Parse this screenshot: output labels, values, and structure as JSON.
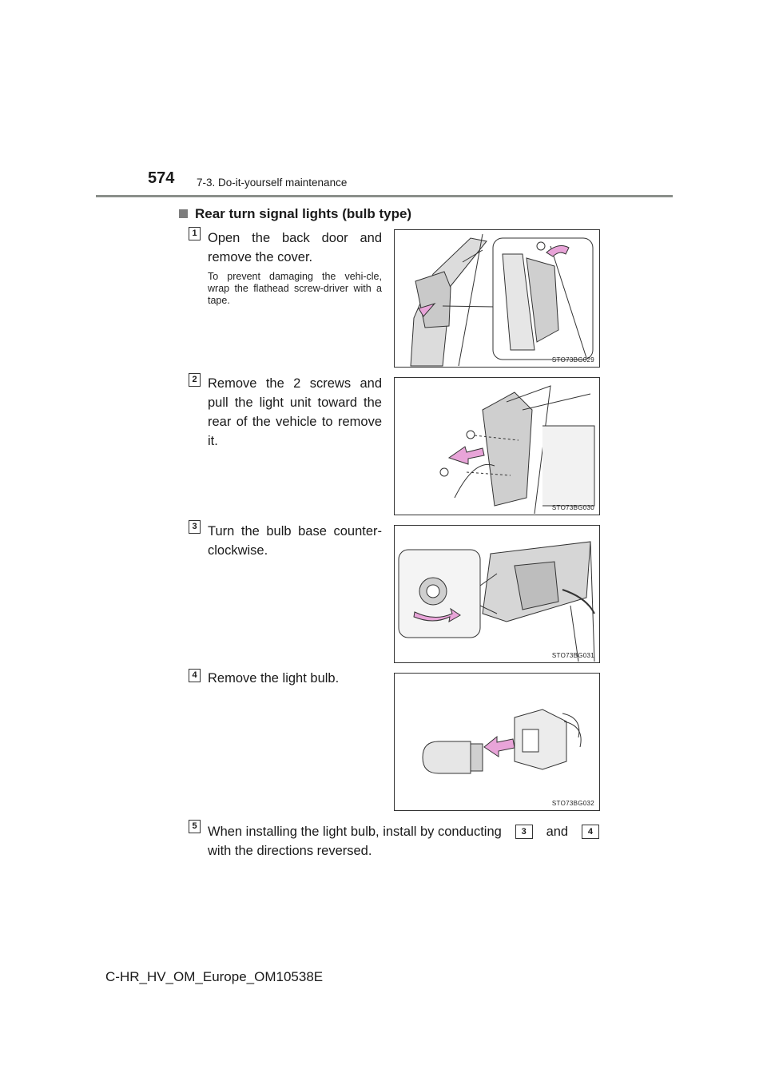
{
  "header": {
    "page_number": "574",
    "section": "7-3. Do-it-yourself maintenance"
  },
  "topic": {
    "title": "Rear turn signal lights (bulb type)"
  },
  "steps": [
    {
      "num": "1",
      "text": "Open the back door and remove the cover.",
      "note": "To prevent damaging the vehi-cle, wrap the flathead screw-driver with a tape.",
      "figure_id": "STO73BG029"
    },
    {
      "num": "2",
      "text": "Remove the 2 screws and pull the light unit toward the rear of the vehicle to remove it.",
      "figure_id": "STO73BG030"
    },
    {
      "num": "3",
      "text": "Turn the bulb base counter-clockwise.",
      "figure_id": "STO73BG031"
    },
    {
      "num": "4",
      "text": "Remove the light bulb.",
      "figure_id": "STO73BG032"
    },
    {
      "num": "5",
      "text_a": "When installing the light bulb, install by conducting",
      "ref1": "3",
      "text_b": "and",
      "ref2": "4",
      "text_c": "with the directions reversed."
    }
  ],
  "footer": {
    "doc_id": "C-HR_HV_OM_Europe_OM10538E"
  }
}
